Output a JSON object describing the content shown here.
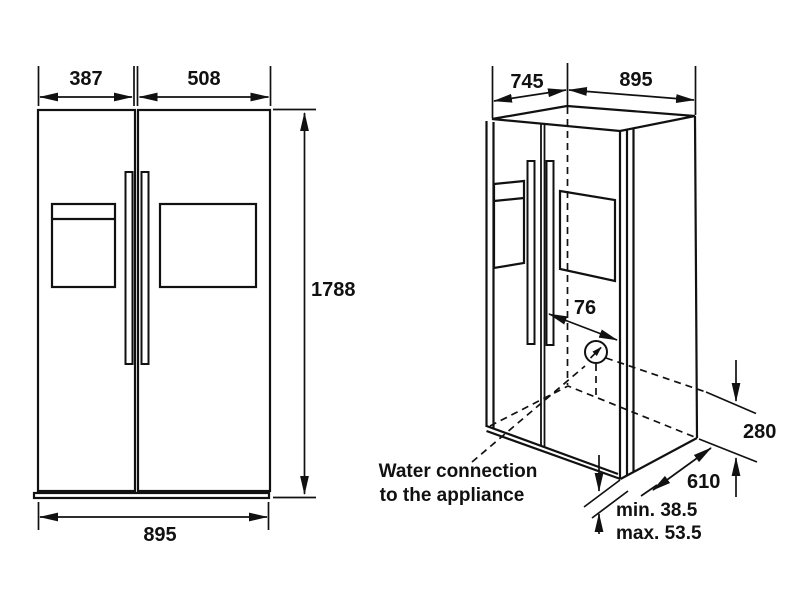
{
  "page": {
    "background": "#ffffff",
    "line_color": "#111111"
  },
  "front_view": {
    "dim_left_door_width": "387",
    "dim_right_door_width": "508",
    "dim_height": "1788",
    "dim_total_width": "895"
  },
  "perspective_view": {
    "dim_depth": "745",
    "dim_width": "895",
    "dim_connection_offset": "76",
    "dim_connection_height": "280",
    "dim_base_depth": "610",
    "clearance_min": "min. 38.5",
    "clearance_max": "max. 53.5",
    "water_connection_label_line1": "Water connection",
    "water_connection_label_line2": "to the appliance"
  }
}
